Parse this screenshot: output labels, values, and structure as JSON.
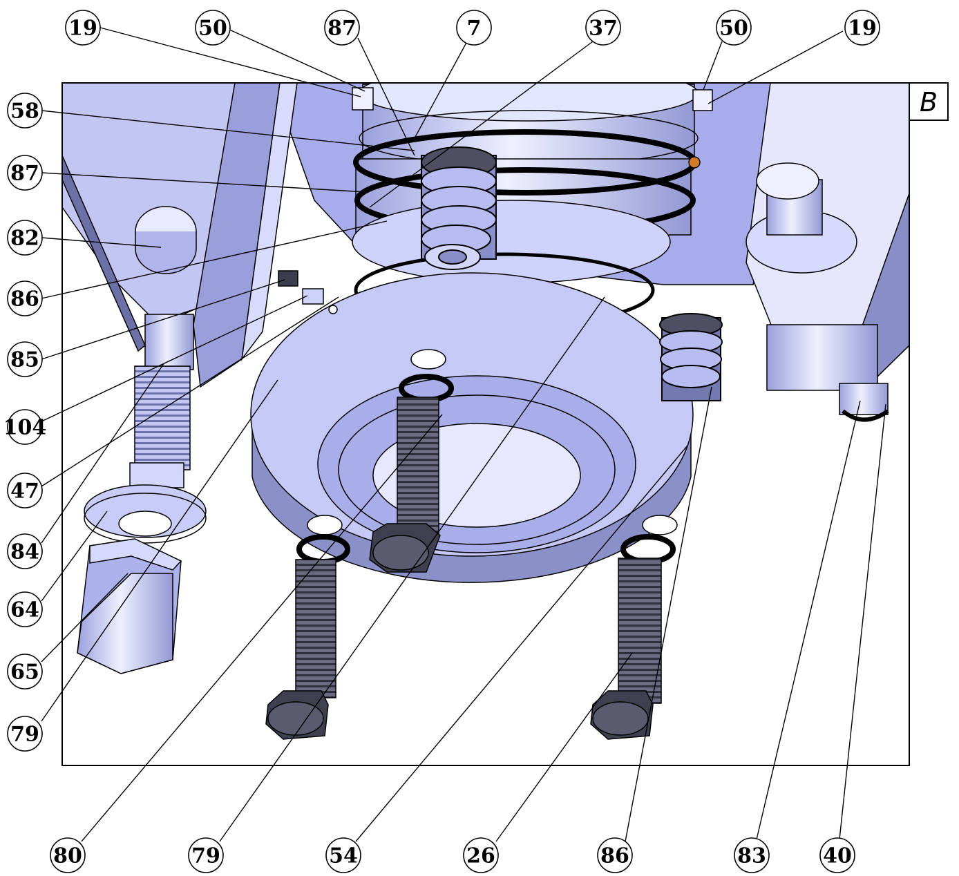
{
  "view_label": "B",
  "callouts": {
    "top": [
      "19",
      "50",
      "87",
      "7",
      "37",
      "50",
      "19"
    ],
    "left": [
      "58",
      "87",
      "82",
      "86",
      "85",
      "104",
      "47",
      "84",
      "64",
      "65",
      "79"
    ],
    "bottom": [
      "80",
      "79",
      "54",
      "26",
      "86",
      "83",
      "40"
    ]
  },
  "colors": {
    "frame": "#000000",
    "metal_light": "#dde0fb",
    "metal_mid": "#b7bbee",
    "metal_dark": "#8e92cc",
    "bolt": "#5d5e72",
    "bolt_dark": "#3c3d4d"
  }
}
